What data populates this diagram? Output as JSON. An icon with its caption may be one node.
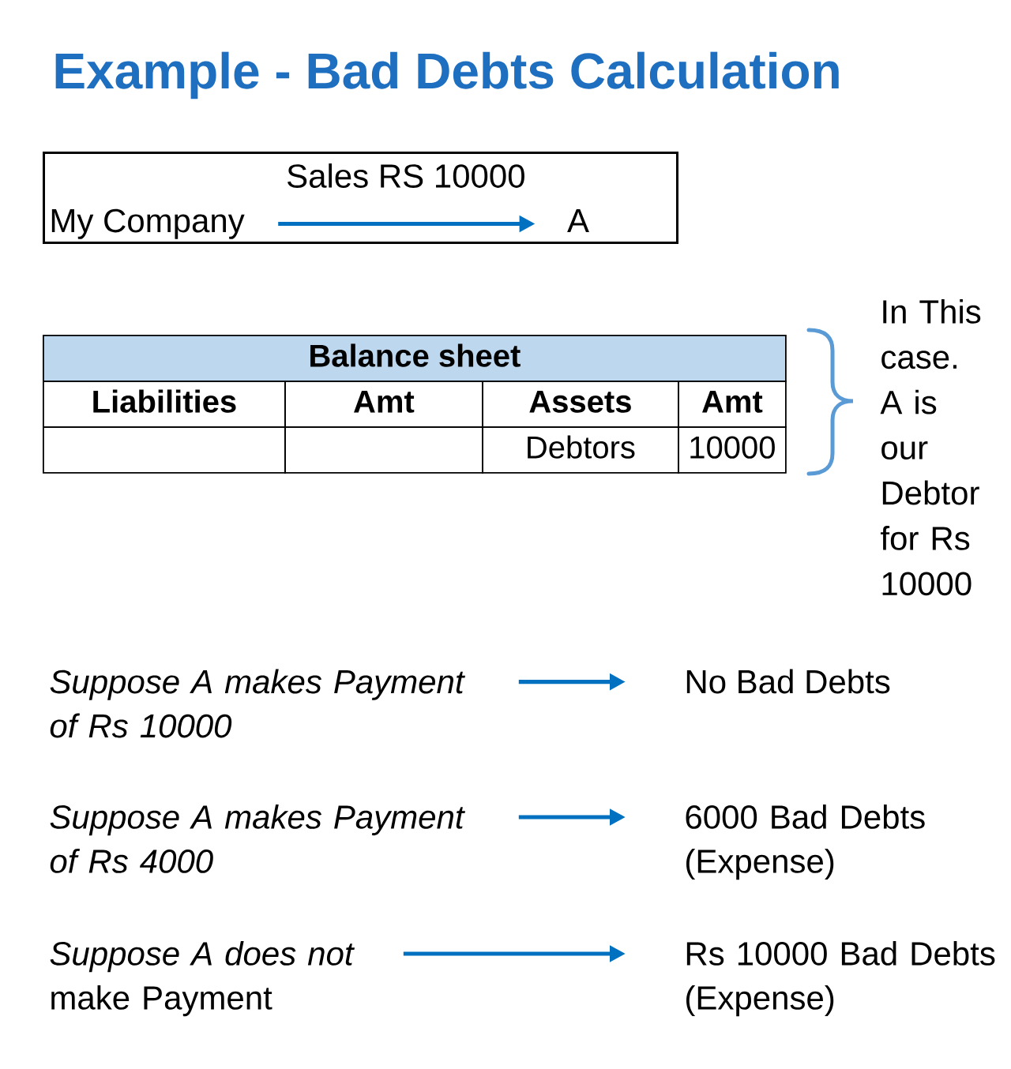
{
  "diagram": {
    "title": "Example - Bad Debts Calculation",
    "nodes": [
      {
        "text": [],
        "shape": "box"
      },
      {
        "text": [
          "My Company"
        ],
        "in": 0
      },
      {
        "text": [
          "A"
        ],
        "in": 0
      },
      {
        "text": [
          "Suppose A makes Payment of Rs 10000"
        ]
      },
      {
        "text": [
          "No Bad Debts"
        ]
      },
      {
        "text": [
          "Suppose A makes Payment of Rs 4000"
        ]
      },
      {
        "text": [
          "6000 Bad Debts (Expense)"
        ]
      },
      {
        "text": [
          "*Suppose A does not* make Payment"
        ]
      },
      {
        "text": [
          "Rs 10000 Bad Debts (Expense)"
        ]
      }
    ],
    "edges": [
      {
        "from": 1,
        "to": 2,
        "arrow": "to",
        "label": "Sales RS 10000"
      },
      {
        "from": 3,
        "to": 4,
        "arrow": "to"
      },
      {
        "from": 5,
        "to": 6,
        "arrow": "to"
      },
      {
        "from": 7,
        "to": 8,
        "arrow": "to"
      }
    ],
    "labels": [
      "Balance sheet",
      "Liabilities",
      "Amt",
      "Assets",
      "Amt",
      "Debtors",
      "10000",
      "In This case. A is our Debtor for Rs 10000"
    ]
  }
}
